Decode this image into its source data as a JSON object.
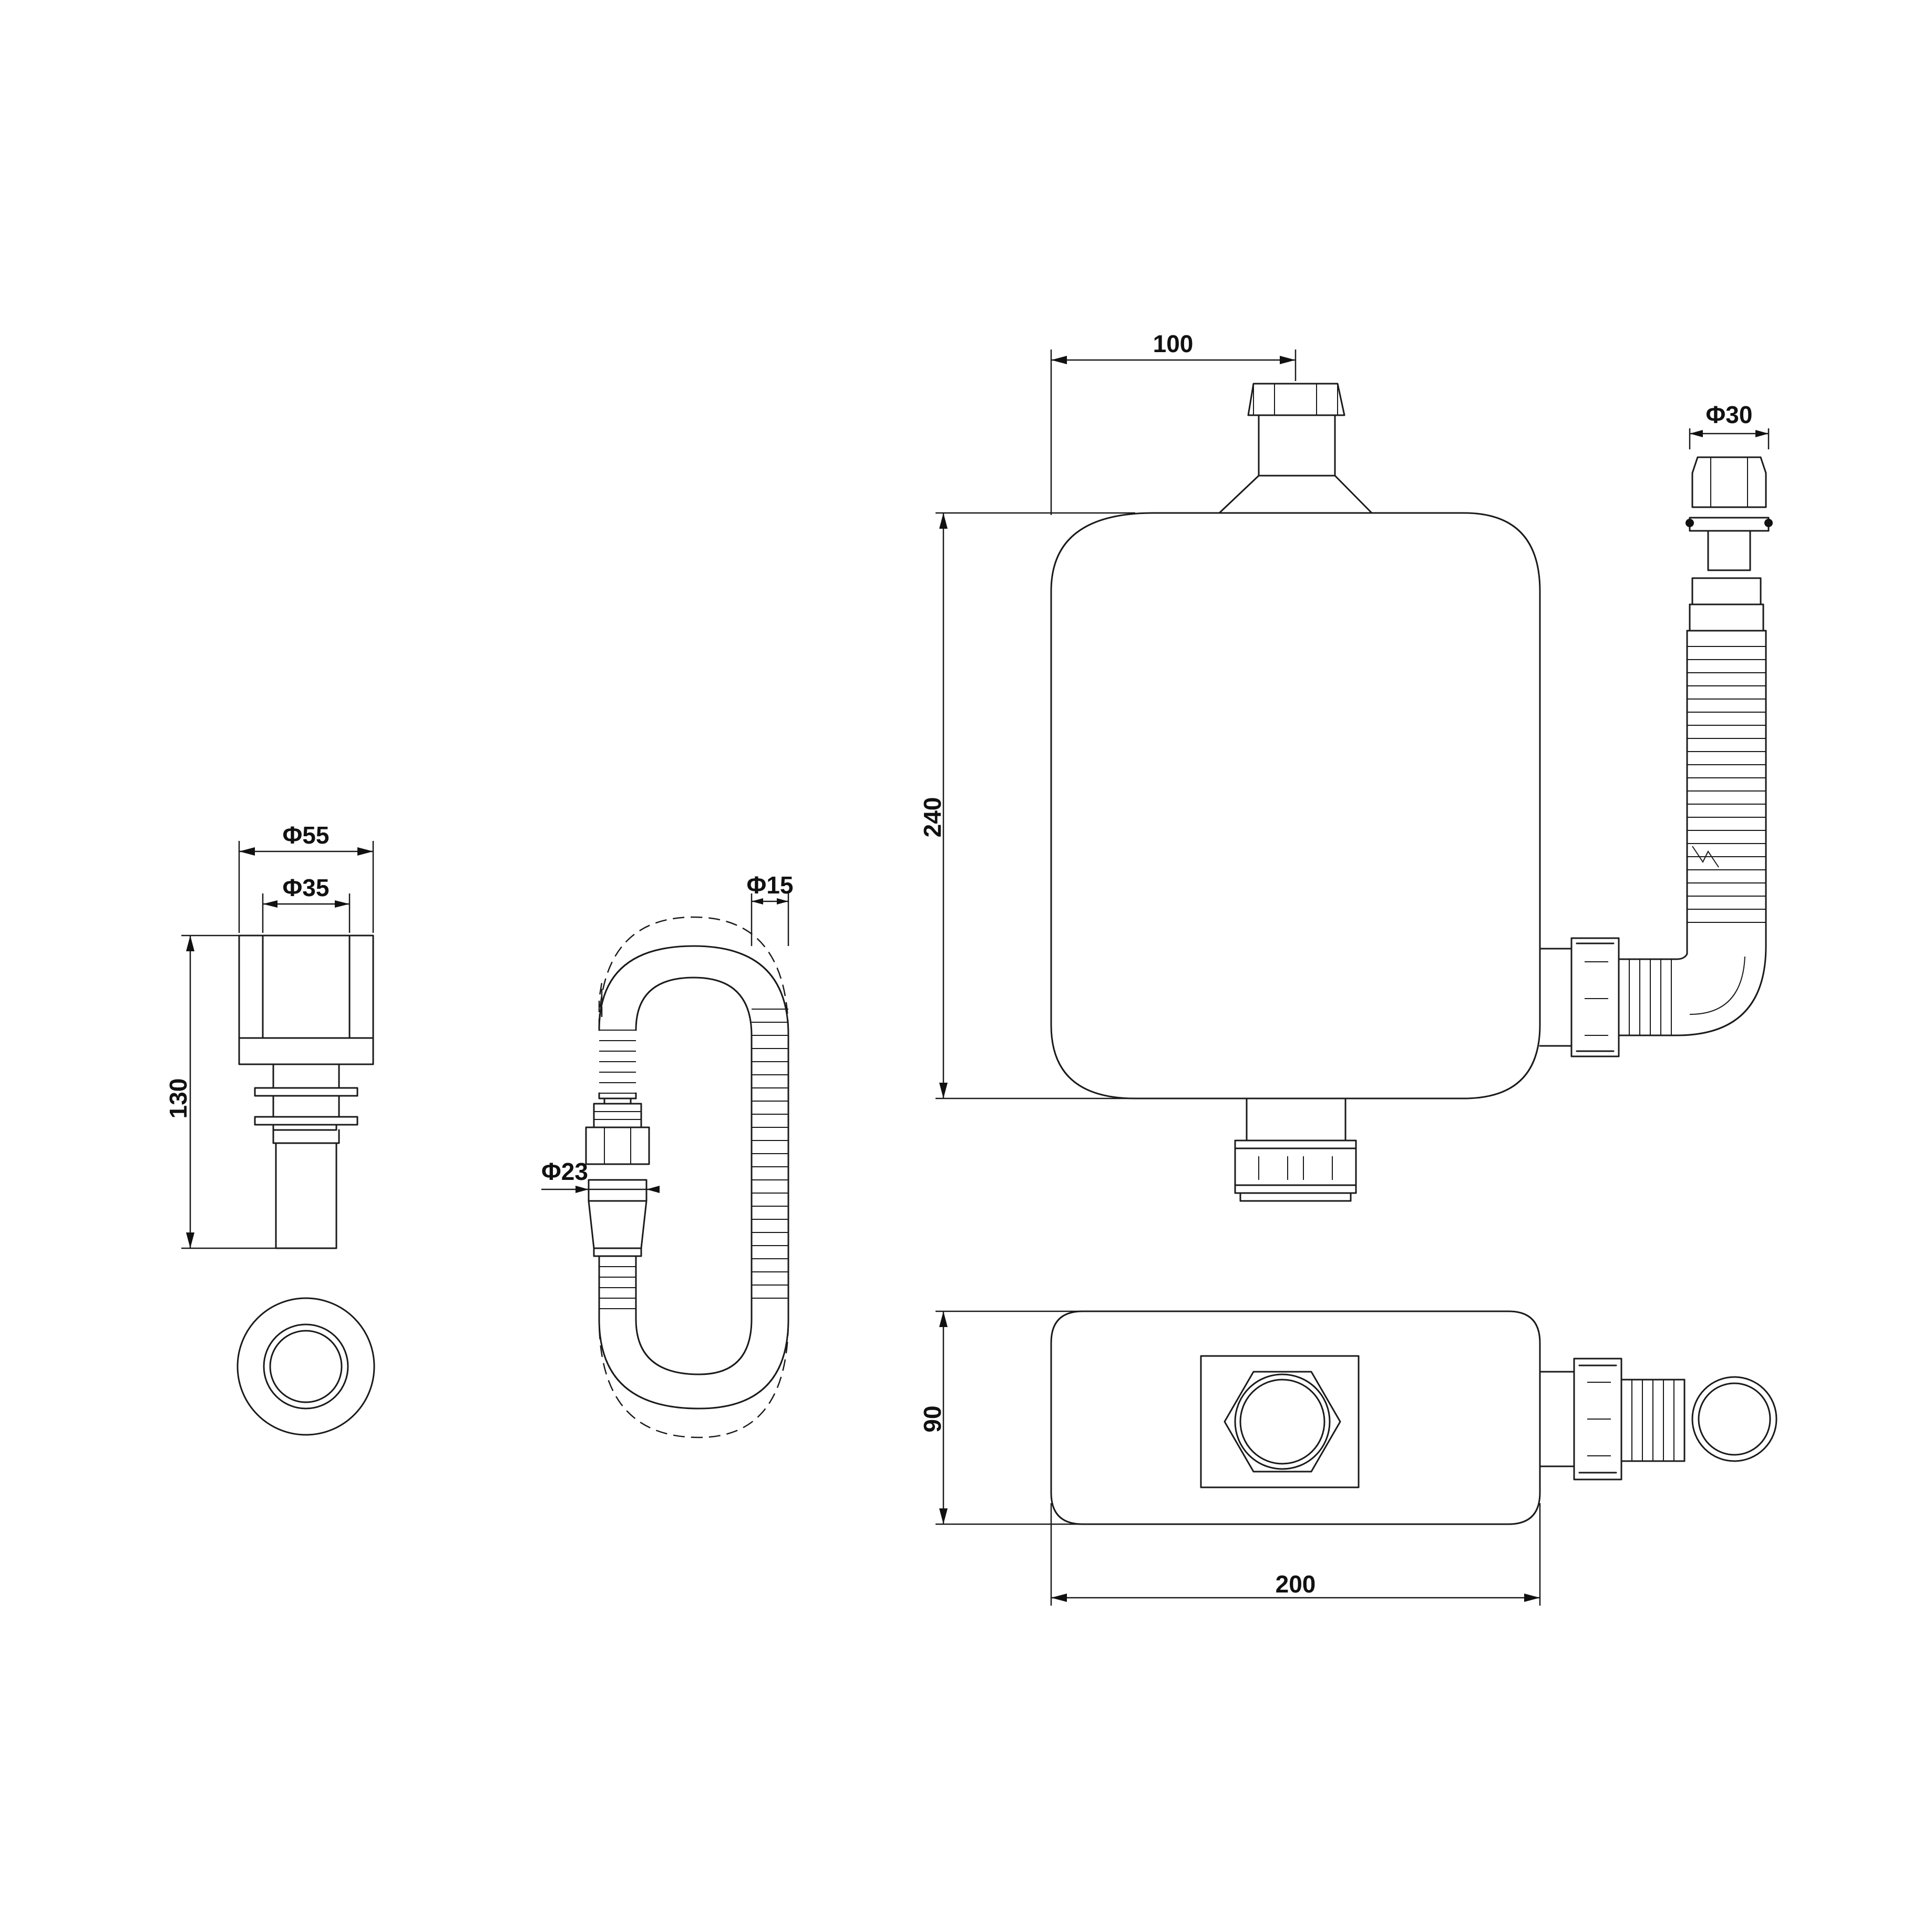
{
  "dimensions": {
    "trap_width": "100",
    "trap_height": "240",
    "outlet_diameter": "Φ30",
    "outlet_base_depth": "90",
    "outlet_base_width": "200",
    "flange_outer_diameter": "Φ55",
    "flange_inner_diameter": "Φ35",
    "flange_height": "130",
    "hose_diameter": "Φ15",
    "hose_fitting_diameter": "Φ23"
  }
}
